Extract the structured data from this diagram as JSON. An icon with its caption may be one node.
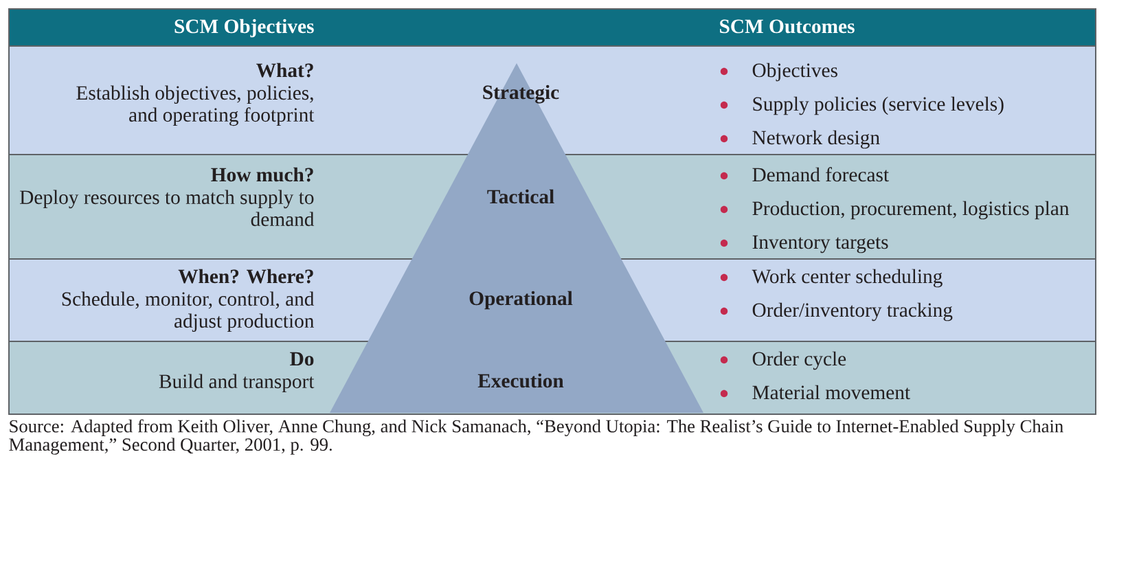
{
  "diagram": {
    "caption": "Source: Adapted from Keith Oliver, Anne Chung, and Nick Samanach, “Beyond Utopia: The Realist’s Guide to Internet-Enabled Supply Chain Management,” Second Quarter, 2001, p. 99.",
    "nodes": [
      {
        "text": [
          "SCM Objectives",
          "SCM Outcomes"
        ]
      },
      {
        "text": [
          "What?",
          "Establish objectives, policies, and operating footprint",
          "Strategic",
          "Objectives",
          "Supply policies (service levels)",
          "Network design"
        ]
      },
      {
        "text": [
          "How much?",
          "Deploy resources to match supply to demand",
          "Tactical",
          "Demand forecast",
          "Production, procurement, logistics plan",
          "Inventory targets"
        ]
      },
      {
        "text": [
          "When? Where?",
          "Schedule, monitor, control, and adjust production",
          "Operational",
          "Work center scheduling",
          "Order/inventory tracking"
        ]
      },
      {
        "text": [
          "Do",
          "Build and transport",
          "Execution",
          "Order cycle",
          "Material movement"
        ]
      },
      {
        "text": [],
        "shape": "triangle"
      }
    ]
  }
}
